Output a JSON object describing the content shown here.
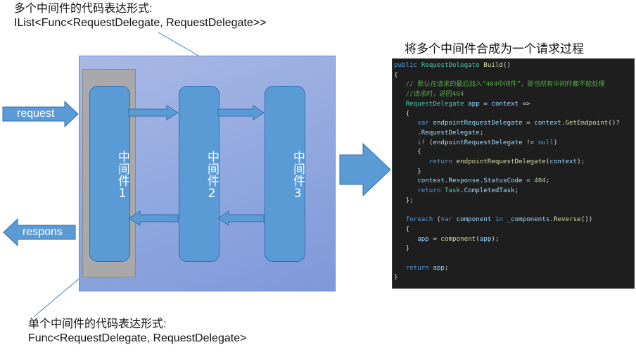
{
  "top_caption": {
    "line1": "多个中间件的代码表达形式:",
    "line2": "IList<Func<RequestDelegate, RequestDelegate>>"
  },
  "bottom_caption": {
    "line1": "单个中间件的代码表达形式:",
    "line2": "Func<RequestDelegate, RequestDelegate>"
  },
  "middlewares": [
    {
      "label": "中间件1"
    },
    {
      "label": "中间件2"
    },
    {
      "label": "中间件3"
    }
  ],
  "arrows": {
    "request": "request",
    "response": "respons"
  },
  "code_title": "将多个中间件合成为一个请求过程",
  "colors": {
    "outer_box": "#8ea5de",
    "middleware": "#5b9bd5",
    "arrow": "#5b9bd5",
    "code_bg": "#1e1e1e"
  }
}
